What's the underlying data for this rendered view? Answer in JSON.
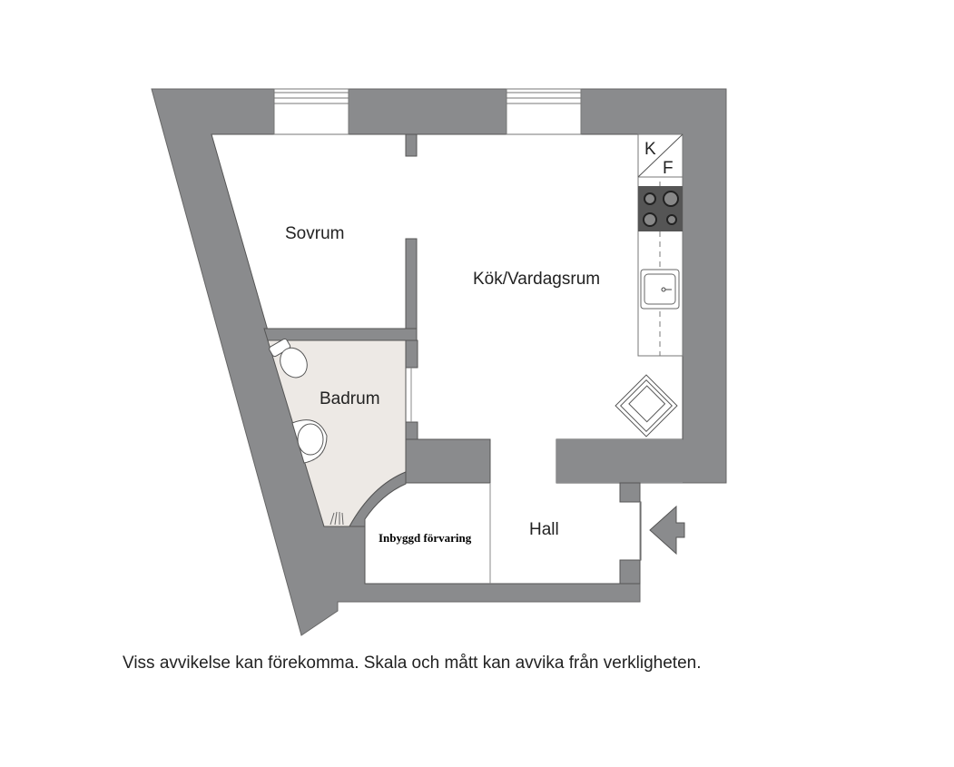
{
  "rooms": {
    "sovrum": "Sovrum",
    "kok_vardagsrum": "Kök/Vardagsrum",
    "badrum": "Badrum",
    "hall": "Hall",
    "storage": "Inbyggd förvaring"
  },
  "fixtures": {
    "fridge_k": "K",
    "fridge_f": "F"
  },
  "disclaimer": "Viss avvikelse kan förekomma. Skala och mått kan avvika från verkligheten.",
  "colors": {
    "wall": "#8a8b8d",
    "bathroom": "#ede9e5",
    "stove": "#555555"
  }
}
